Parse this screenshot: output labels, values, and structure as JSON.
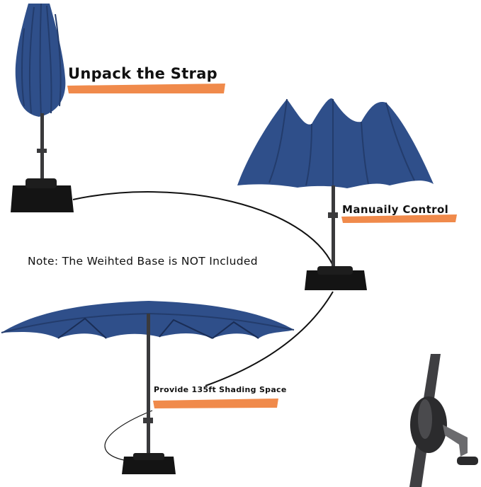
{
  "labels": {
    "step1": "Unpack the Strap",
    "step2": "Manuaily Control",
    "note": "Note: The Weihted Base is NOT Included",
    "step3": "Provide 135ft Shading Space"
  },
  "colors": {
    "canopy": "#2f4f8a",
    "canopy_dark": "#233c6c",
    "pole": "#3a3a3c",
    "base": "#141414",
    "highlight": "#f08a4b",
    "line": "#111111"
  },
  "icons": [
    "closed-umbrella-icon",
    "half-open-umbrella-icon",
    "open-umbrella-icon",
    "crank-handle-icon"
  ]
}
